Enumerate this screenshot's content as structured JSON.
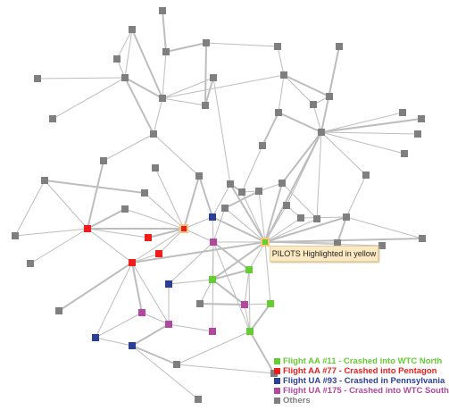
{
  "annotation": {
    "text": "PILOTS Highlighted in yellow"
  },
  "colors": {
    "green": "#66cc33",
    "red": "#ee1c1c",
    "blue": "#2b3f99",
    "purple": "#b1479f",
    "gray": "#7f7f7f",
    "edge": "#bdbdbd",
    "pilot": "#f7c87a"
  },
  "legend": [
    {
      "label": "Flight AA #11 - Crashed into WTC North",
      "color": "#66cc33"
    },
    {
      "label": "Flight AA #77 - Crashed into Pentagon",
      "color": "#ee1c1c"
    },
    {
      "label": "Flight UA #93 - Crashed in Pennsylvania",
      "color": "#2b3f99"
    },
    {
      "label": "Flight UA #175 - Crashed into WTC South",
      "color": "#b1479f"
    },
    {
      "label": "Others",
      "color": "#7f7f7f"
    }
  ]
}
